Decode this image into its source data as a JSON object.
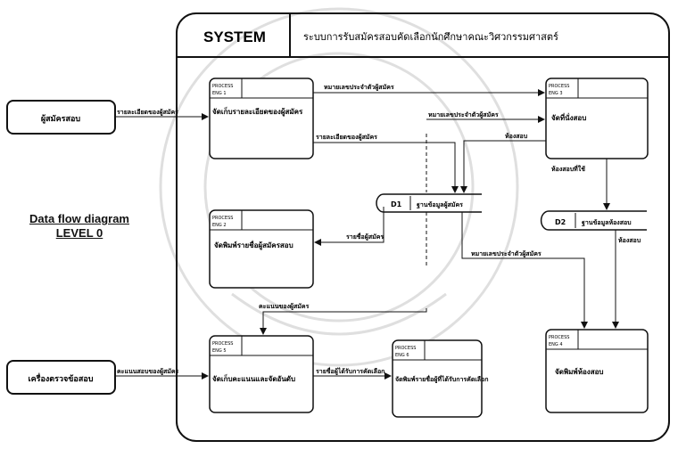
{
  "header": {
    "system_label": "SYSTEM",
    "system_title": "ระบบการรับสมัครสอบคัดเลือกนักศึกษาคณะวิศวกรรมศาสตร์"
  },
  "side_label": {
    "line1": "Data flow diagram",
    "line2": "LEVEL 0"
  },
  "externals": [
    {
      "label": "ผู้สมัครสอบ"
    },
    {
      "label": "เครื่องตรวจข้อสอบ"
    }
  ],
  "processes": [
    {
      "tag": "PROCESS",
      "id": "ENG 1",
      "label": "จัดเก็บรายละเอียดของผู้สมัคร"
    },
    {
      "tag": "PROCESS",
      "id": "ENG 2",
      "label": "จัดพิมพ์รายชื่อผู้สมัครสอบ"
    },
    {
      "tag": "PROCESS",
      "id": "ENG 3",
      "label": "จัดที่นั่งสอบ"
    },
    {
      "tag": "PROCESS",
      "id": "ENG 4",
      "label": "จัดพิมพ์ห้องสอบ"
    },
    {
      "tag": "PROCESS",
      "id": "ENG 5",
      "label": "จัดเก็บคะแนนและจัดอันดับ"
    },
    {
      "tag": "PROCESS",
      "id": "ENG 6",
      "label": "จัดพิมพ์รายชื่อผู้ที่ได้รับการคัดเลือก"
    }
  ],
  "stores": [
    {
      "id": "D1",
      "label": "ฐานข้อมูลผู้สมัคร"
    },
    {
      "id": "D2",
      "label": "ฐานข้อมูลห้องสอบ"
    }
  ],
  "flows": [
    "รายละเอียดของผู้สมัคร",
    "หมายเลขประจำตัวผู้สมัคร",
    "หมายเลขประจำตัวผู้สมัคร",
    "รายละเอียดของผู้สมัคร",
    "ห้องสอบ",
    "ห้องสอบที่ใช้",
    "รายชื่อผู้สมัคร",
    "ห้องสอบ",
    "หมายเลขประจำตัวผู้สมัคร",
    "คะแนนของผู้สมัคร",
    "คะแนนสอบของผู้สมัคร",
    "รายชื่อผู้ได้รับการคัดเลือก"
  ]
}
